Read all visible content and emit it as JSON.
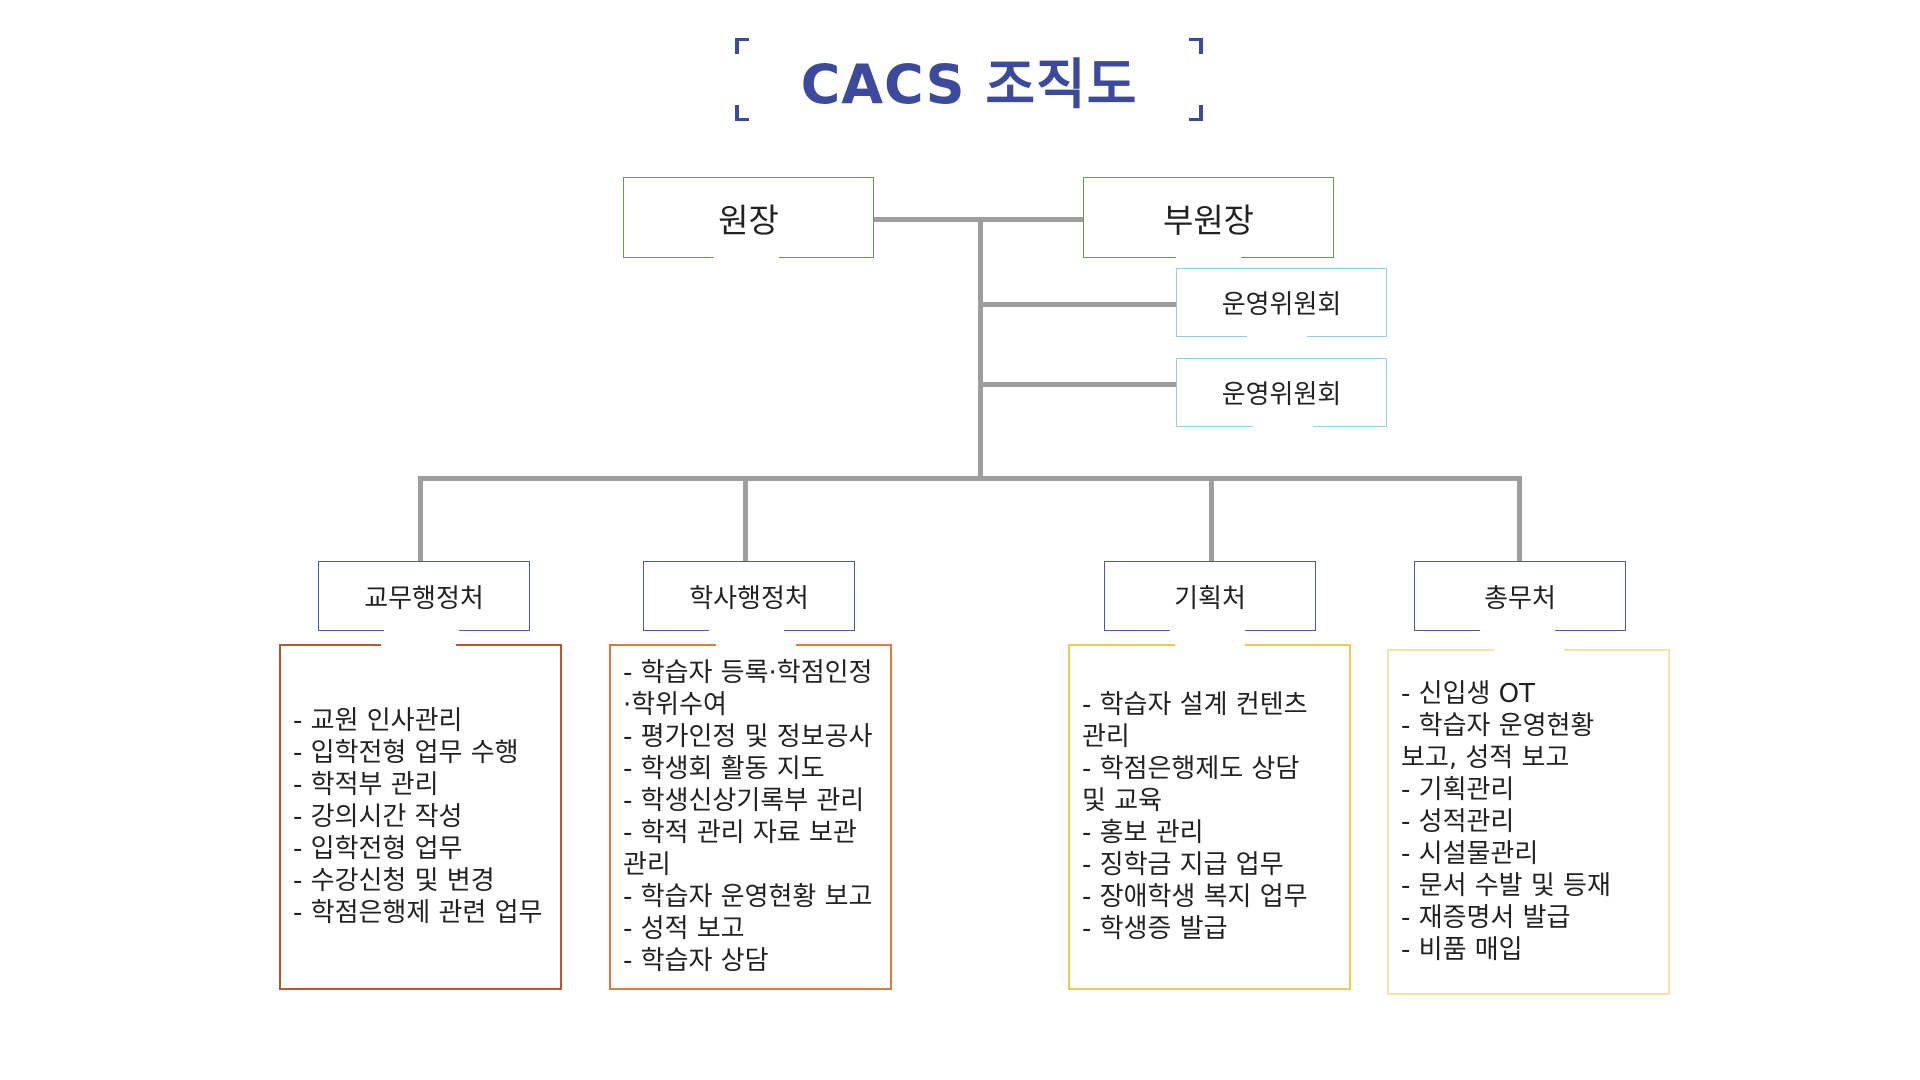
{
  "title": "CACS 조직도",
  "leaders": {
    "director": "원장",
    "vice_director": "부원장"
  },
  "committees": [
    "운영위원회",
    "운영위원회"
  ],
  "departments": [
    {
      "name": "교무행정처",
      "color": "#c0532c",
      "duties": [
        "- 교원 인사관리",
        "- 입학전형 업무 수행",
        "- 학적부 관리",
        "- 강의시간 작성",
        "- 입학전형 업무",
        "- 수강신청 및 변경",
        "- 학점은행제 관련 업무"
      ]
    },
    {
      "name": "학사행정처",
      "color": "#e07a3c",
      "duties": [
        "- 학습자 등록·학점인정\n ·학위수여",
        "- 평가인정 및 정보공사",
        "- 학생회 활동 지도",
        "- 학생신상기록부 관리",
        "- 학적 관리 자료 보관\n 관리",
        "- 학습자 운영현황 보고",
        "- 성적 보고",
        "- 학습자 상담"
      ]
    },
    {
      "name": "기획처",
      "color": "#f2c84b",
      "duties": [
        "- 학습자 설계 컨텐츠\n 관리",
        "- 학점은행제도 상담\n 및 교육",
        "- 홍보 관리",
        "- 징학금 지급 업무",
        "- 장애학생 복지 업무",
        "- 학생증 발급"
      ]
    },
    {
      "name": "총무처",
      "color": "#f7e2a6",
      "duties": [
        "- 신입생 OT",
        "- 학습자 운영현황\n 보고, 성적 보고",
        "- 기획관리",
        "- 성적관리",
        "- 시설물관리",
        "- 문서 수발 및 등재",
        "- 재증명서 발급",
        "- 비품 매입"
      ]
    }
  ]
}
